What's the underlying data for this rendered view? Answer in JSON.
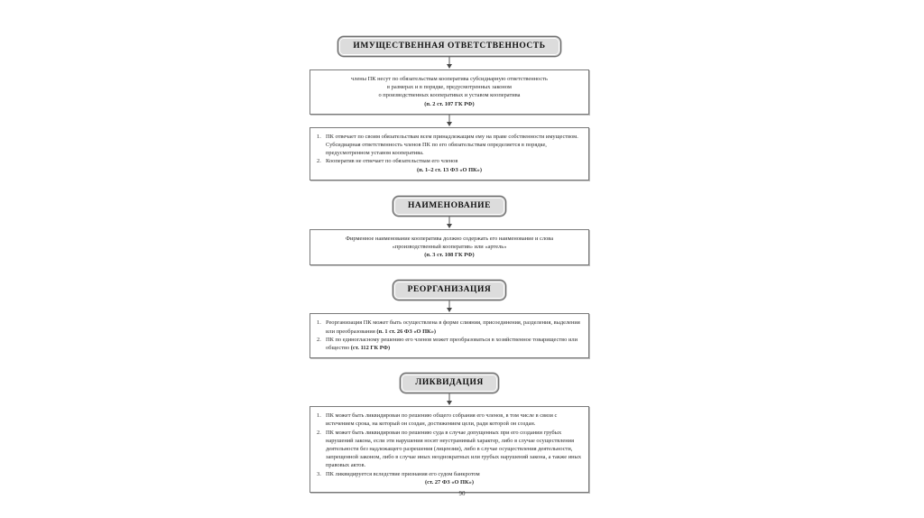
{
  "document": {
    "page_number": "90",
    "language": "ru"
  },
  "diagram": {
    "type": "flowchart",
    "sections": [
      {
        "heading": "ИМУЩЕСТВЕННАЯ ОТВЕТСТВЕННОСТЬ",
        "boxes": [
          {
            "kind": "paragraph",
            "lines": [
              "члены ПК несут по обязательствам кооператива субсидиарную ответственность",
              "в размерах и в порядке, предусмотренных законом",
              "о производственных кооперативах и уставом кооператива"
            ],
            "citation": "(п. 2 ст. 107 ГК РФ)"
          },
          {
            "kind": "numbered",
            "items": [
              {
                "num": "1.",
                "text": "ПК отвечает по своим обязательствам всем принадлежащим ему на праве собственности имуществом. Субсидиарная ответственность членов ПК по его обязательствам определяется в порядке, предусмотренном уставом кооператива."
              },
              {
                "num": "2.",
                "text": "Кооператив не отвечает по обязательствам его членов"
              }
            ],
            "citation": "(п. 1–2 ст. 13 ФЗ «О ПК»)"
          }
        ]
      },
      {
        "heading": "НАИМЕНОВАНИЕ",
        "boxes": [
          {
            "kind": "paragraph",
            "lines": [
              "Фирменное наименование кооператива должно содержать его наименование и слова",
              "«производственный кооператив» или «артель»"
            ],
            "citation": "(п. 3 ст. 108 ГК РФ)"
          }
        ]
      },
      {
        "heading": "РЕОРГАНИЗАЦИЯ",
        "boxes": [
          {
            "kind": "numbered",
            "items": [
              {
                "num": "1.",
                "text": "Реорганизация ПК может быть осуществлена в форме слияния, присоединения, разделения, выделения или преобразования ",
                "bold_tail": "(п. 1 ст. 26 ФЗ «О ПК»)"
              },
              {
                "num": "2.",
                "text": "ПК по единогласному решению его членов может преобразоваться в хозяйственное товарищество или общество ",
                "bold_tail": "(ст. 112 ГК РФ)"
              }
            ]
          }
        ]
      },
      {
        "heading": "ЛИКВИДАЦИЯ",
        "boxes": [
          {
            "kind": "numbered",
            "items": [
              {
                "num": "1.",
                "text": "ПК может быть ликвидирован по решению общего собрания его членов, в том числе в связи с истечением срока, на который он создан, достижением цели, ради которой он создан."
              },
              {
                "num": "2.",
                "text": "ПК может быть ликвидирован по решению суда в случае допущенных при его создании грубых нарушений закона, если эти нарушения носят неустранимый характер, либо в случае осуществления деятельности без надлежащего разрешения (лицензии), либо в случае осуществления деятельности, запрещенной законом, либо в случае иных неоднократных или грубых нарушений закона, а также иных правовых актов."
              },
              {
                "num": "3.",
                "text": "ПК ликвидируется вследствие признания его судом банкротом"
              }
            ],
            "citation": "(ст. 27 ФЗ «О ПК»)"
          }
        ]
      }
    ]
  }
}
